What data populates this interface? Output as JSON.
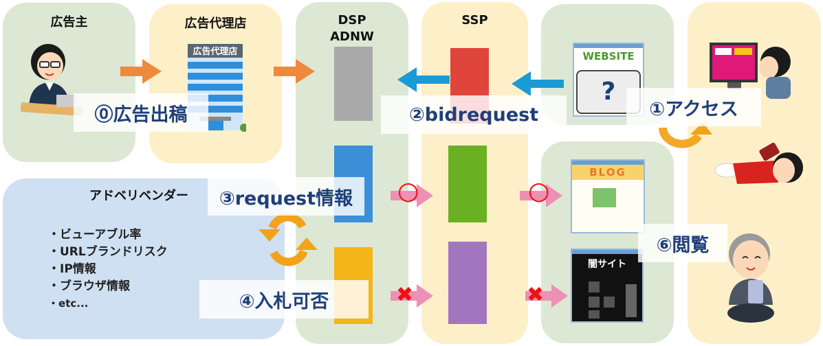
{
  "columns": {
    "advertiser": {
      "title": "広告主"
    },
    "agency": {
      "title": "広告代理店",
      "building_sign": "広告代理店"
    },
    "dsp": {
      "title_line1": "DSP",
      "title_line2": "ADNW"
    },
    "ssp": {
      "title": "SSP"
    },
    "vendor": {
      "title": "アドベリベンダー",
      "items": [
        "ビューアブル率",
        "URLブランドリスク",
        "IP情報",
        "ブラウザ情報",
        "etc..."
      ]
    }
  },
  "steps": {
    "step0": "⓪広告出稿",
    "step1": "①アクセス",
    "step2": "②bidrequest",
    "step3": "③request情報",
    "step4": "④入札可否",
    "step6": "⑥閲覧"
  },
  "sites": {
    "website_label": "WEBSITE",
    "website_unknown": "?",
    "blog_label": "BLOG",
    "dark_site_label": "闇サイト"
  },
  "marks": {
    "allowed": "○",
    "blocked": "✖"
  },
  "colors": {
    "panel_green": "#dce8d4",
    "panel_cream": "#fdf0c9",
    "panel_blue": "#cfe0f2",
    "label_text": "#1f3f7a",
    "arrow_orange": "#ee8a3c",
    "arrow_blue": "#1a9ad6",
    "arrow_pink": "#ee8fb5",
    "cycle_orange": "#f2a31b",
    "server_gray": "#a9a9a9",
    "server_red": "#e0453c",
    "server_blue": "#3d8fd8",
    "server_green": "#6ab023",
    "server_yellow": "#f3b518",
    "server_purple": "#a377bf",
    "mark_red": "#ee1111"
  }
}
